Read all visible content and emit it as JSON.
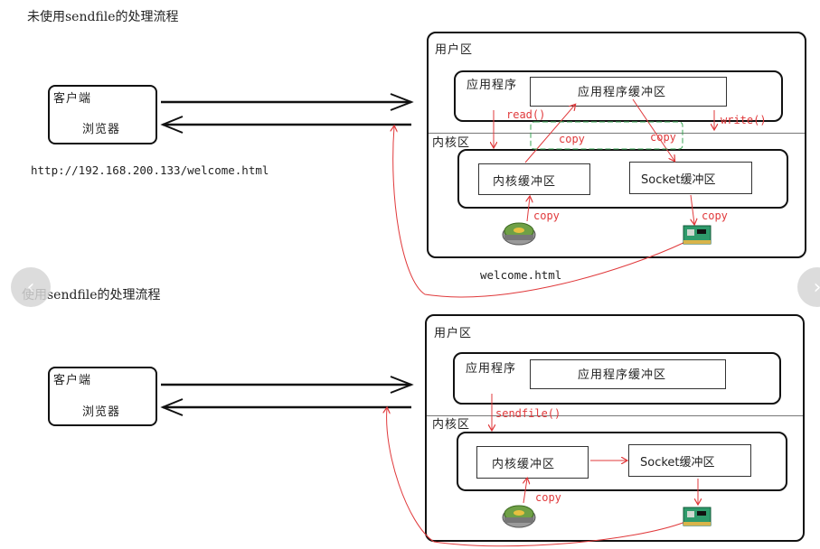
{
  "top": {
    "title": "未使用sendfile的处理流程",
    "client_label": "客户端",
    "browser_label": "浏览器",
    "url": "http://192.168.200.133/welcome.html",
    "user_space": "用户区",
    "app_label": "应用程序",
    "app_buffer": "应用程序缓冲区",
    "kernel_space": "内核区",
    "kernel_buffer": "内核缓冲区",
    "socket_buffer": "Socket缓冲区",
    "read_label": "read()",
    "write_label": "write()",
    "copy1": "copy",
    "copy2": "copy",
    "copy3": "copy",
    "copy4": "copy",
    "file_label": "welcome.html"
  },
  "bottom": {
    "title": "使用sendfile的处理流程",
    "client_label": "客户端",
    "browser_label": "浏览器",
    "user_space": "用户区",
    "app_label": "应用程序",
    "app_buffer": "应用程序缓冲区",
    "kernel_space": "内核区",
    "kernel_buffer": "内核缓冲区",
    "socket_buffer": "Socket缓冲区",
    "sendfile_label": "sendfile()",
    "copy1": "copy"
  },
  "nav": {
    "prev_icon": "chevron-left-icon",
    "next_icon": "chevron-right-icon"
  },
  "colors": {
    "arrow_red": "#e0393b",
    "outline": "#111111",
    "green_dashed": "#3aa655"
  }
}
